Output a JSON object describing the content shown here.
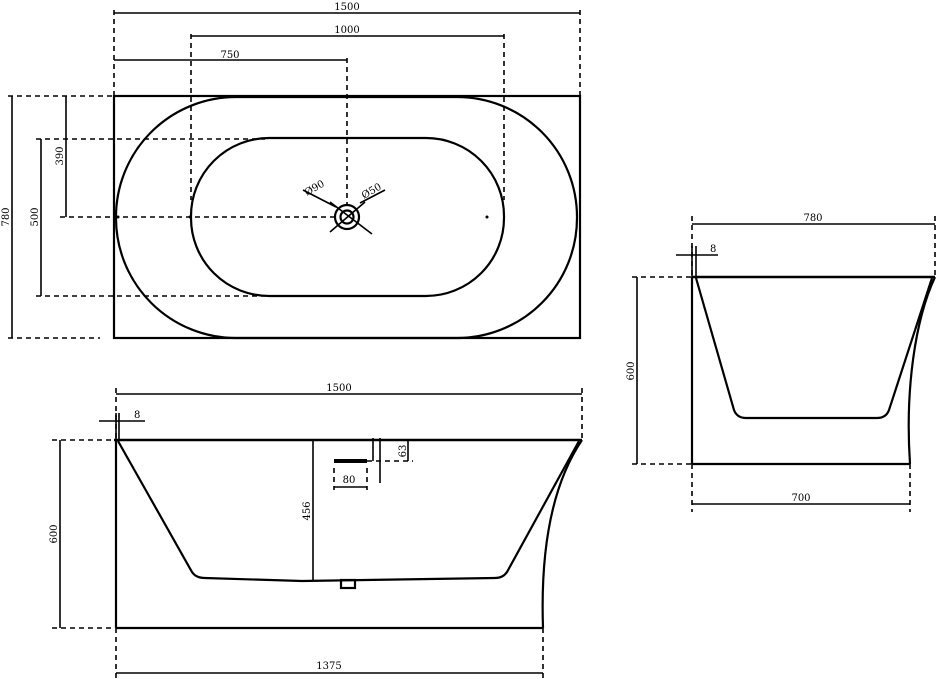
{
  "top_view": {
    "dim_overall_length": "1500",
    "dim_inner_length": "1000",
    "dim_waste_offset": "750",
    "dim_overall_width": "780",
    "dim_inner_width": "500",
    "dim_waste_from_edge": "390",
    "dia_large": "Ø90",
    "dia_small": "Ø50"
  },
  "front_view": {
    "dim_top_length": "1500",
    "dim_rim": "8",
    "dim_height": "600",
    "dim_inner_depth": "456",
    "dim_overflow_height": "63",
    "dim_overflow_width": "80",
    "dim_base_length": "1375"
  },
  "side_view": {
    "dim_top_width": "780",
    "dim_rim": "8",
    "dim_height": "600",
    "dim_base_width": "700"
  }
}
